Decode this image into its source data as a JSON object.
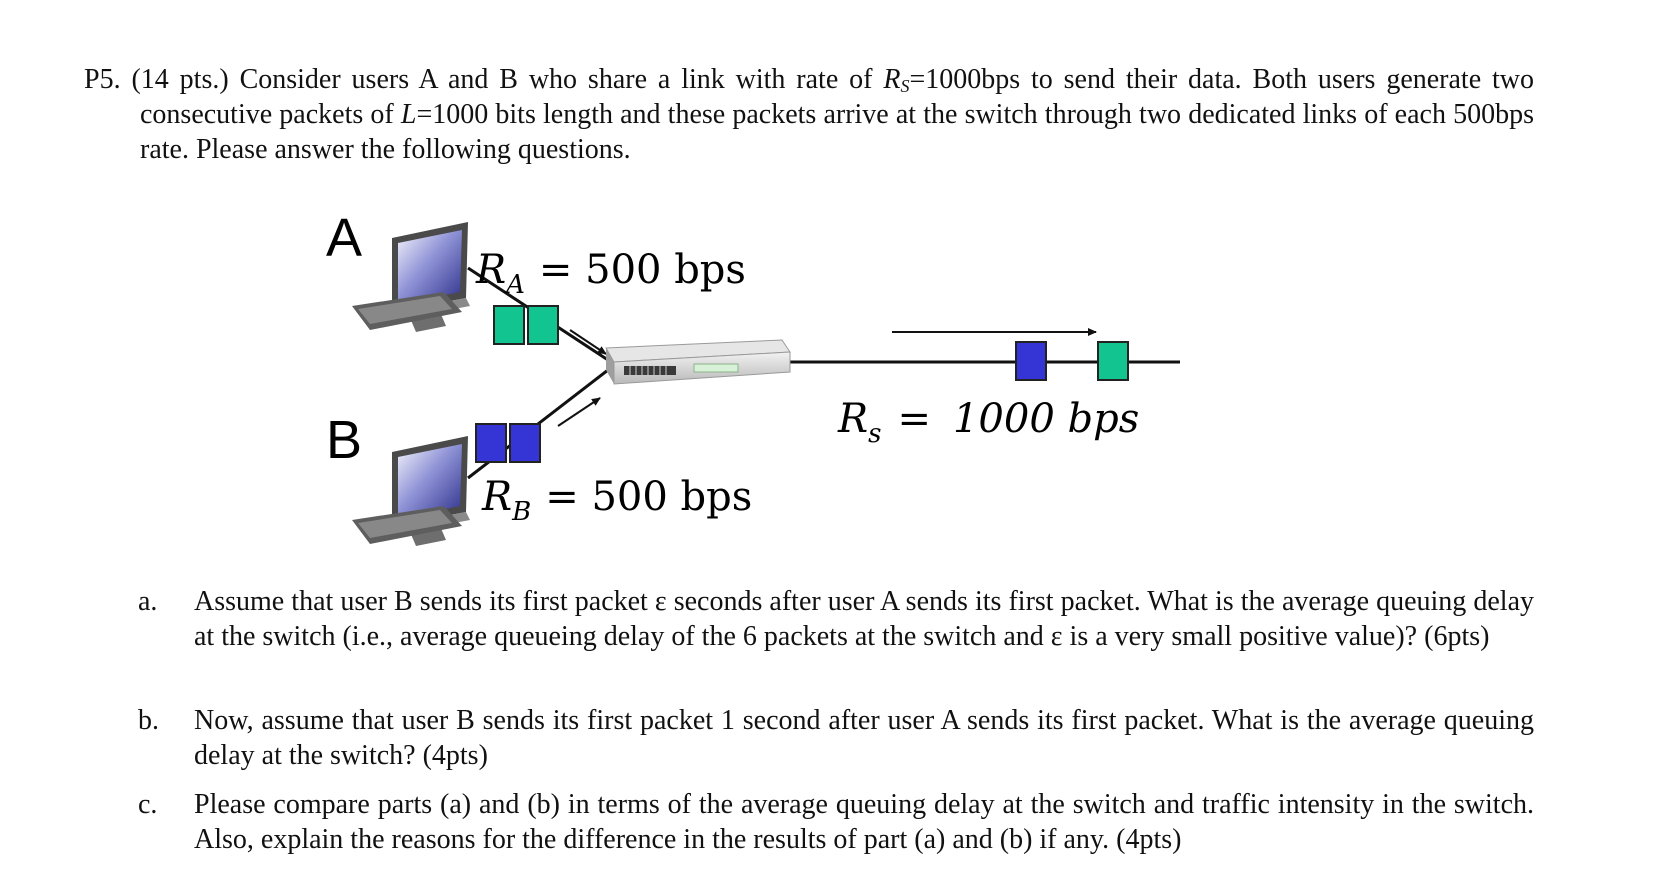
{
  "problem": {
    "label": "P5.",
    "points": "(14 pts.)",
    "intro_1": "Consider users A and B who share a link with rate of ",
    "rs_var": "R",
    "rs_sub": "S",
    "rs_value": "=1000bps to send their data. Both users generate two consecutive packets of ",
    "l_var": "L",
    "intro_2": "=1000 bits length and these packets arrive at the switch through two dedicated links of each 500bps rate. Please answer the following questions."
  },
  "diagram": {
    "user_a_label": "A",
    "user_b_label": "B",
    "ra_var": "R",
    "ra_sub": "A",
    "ra_value": "= 500 bps",
    "rb_var": "R",
    "rb_sub": "B",
    "rb_value": "= 500 bps",
    "rs_var": "R",
    "rs_sub": "s",
    "rs_eq": "=",
    "rs_value": "1000 bps",
    "colors": {
      "packet_a": "#12c48f",
      "packet_b": "#3535d6",
      "packet_border": "#222222"
    }
  },
  "questions": [
    {
      "letter": "a.",
      "text": "Assume that user B sends its first packet ε seconds after user A sends its first packet. What is the average queuing delay at the switch (i.e., average queueing delay of the 6 packets at the switch and ε is a very small positive value)? (6pts)"
    },
    {
      "letter": "b.",
      "text": "Now, assume that user B sends its first packet 1 second after user A sends its first packet. What is the average queuing delay at the switch? (4pts)"
    },
    {
      "letter": "c.",
      "text": "Please compare parts (a) and (b) in terms of the average queuing delay at the switch and traffic intensity in the switch. Also, explain the reasons for the difference in the results of part (a) and (b) if any. (4pts)"
    }
  ]
}
